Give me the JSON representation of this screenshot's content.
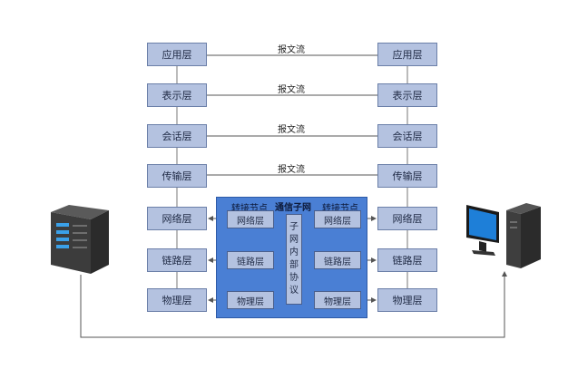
{
  "left_stack": [
    "应用层",
    "表示层",
    "会话层",
    "传输层",
    "网络层",
    "链路层",
    "物理层"
  ],
  "right_stack": [
    "应用层",
    "表示层",
    "会话层",
    "传输层",
    "网络层",
    "链路层",
    "物理层"
  ],
  "message_label": "报文流",
  "subnet": {
    "title": "通信子网",
    "left_node": "转接节点",
    "right_node": "转接节点",
    "inner_layers": [
      "网络层",
      "链路层",
      "物理层"
    ],
    "protocol_chars": [
      "子",
      "网",
      "内",
      "部",
      "协",
      "议"
    ]
  },
  "icons": [
    "server-icon",
    "computer-icon"
  ],
  "colors": {
    "layer_fill": "#b4c2e0",
    "subnet_fill": "#4a7fd4",
    "line": "#5a5a5a"
  }
}
